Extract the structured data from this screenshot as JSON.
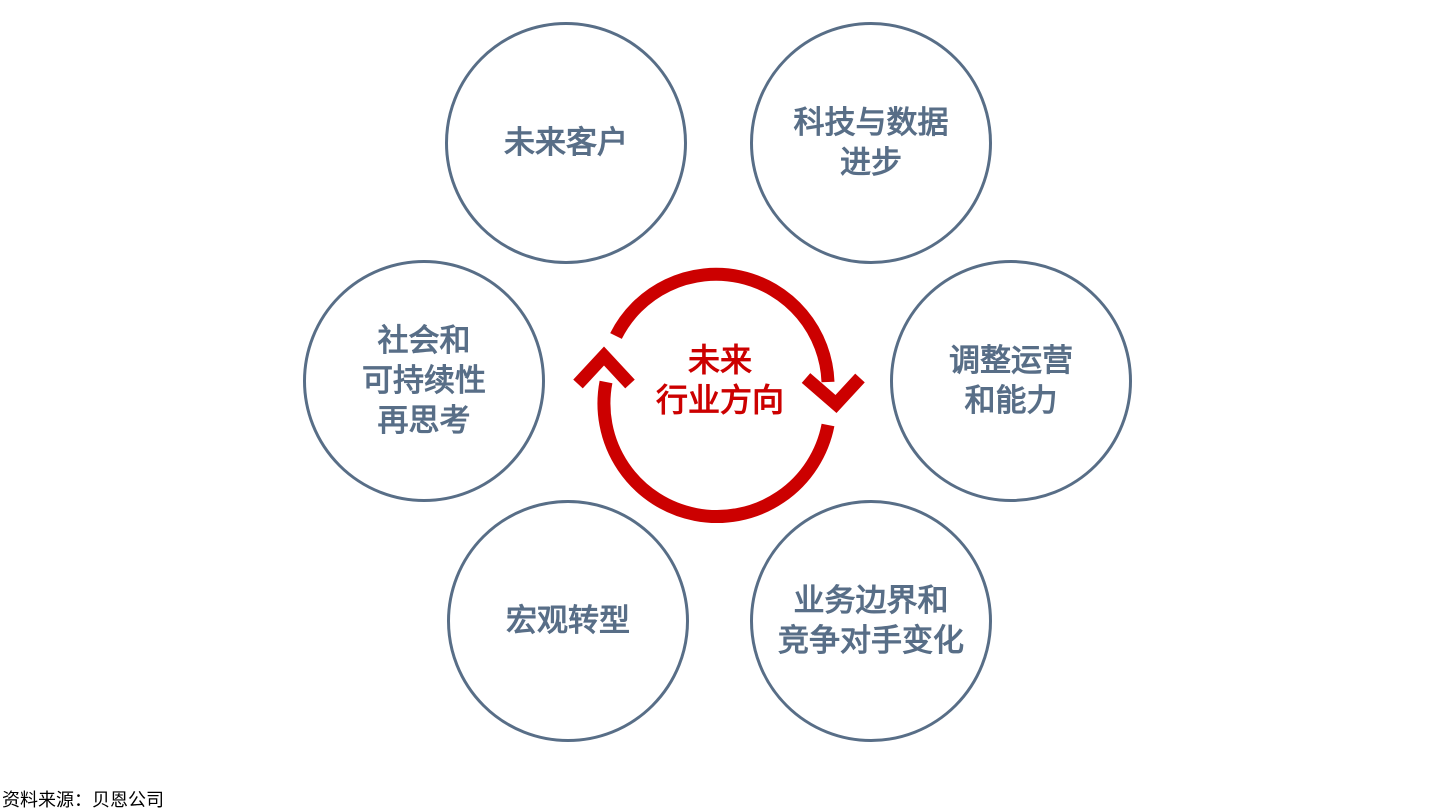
{
  "center": {
    "label": "未来\n行业方向"
  },
  "circles": [
    {
      "label": "未来客户"
    },
    {
      "label": "科技与数据\n进步"
    },
    {
      "label": "社会和\n可持续性\n再思考"
    },
    {
      "label": "调整运营\n和能力"
    },
    {
      "label": "宏观转型"
    },
    {
      "label": "业务边界和\n竞争对手变化"
    }
  ],
  "source": "资料来源：贝恩公司",
  "colors": {
    "circle_border": "#586e87",
    "circle_text": "#586e87",
    "cycle_accent": "#cc0000"
  }
}
